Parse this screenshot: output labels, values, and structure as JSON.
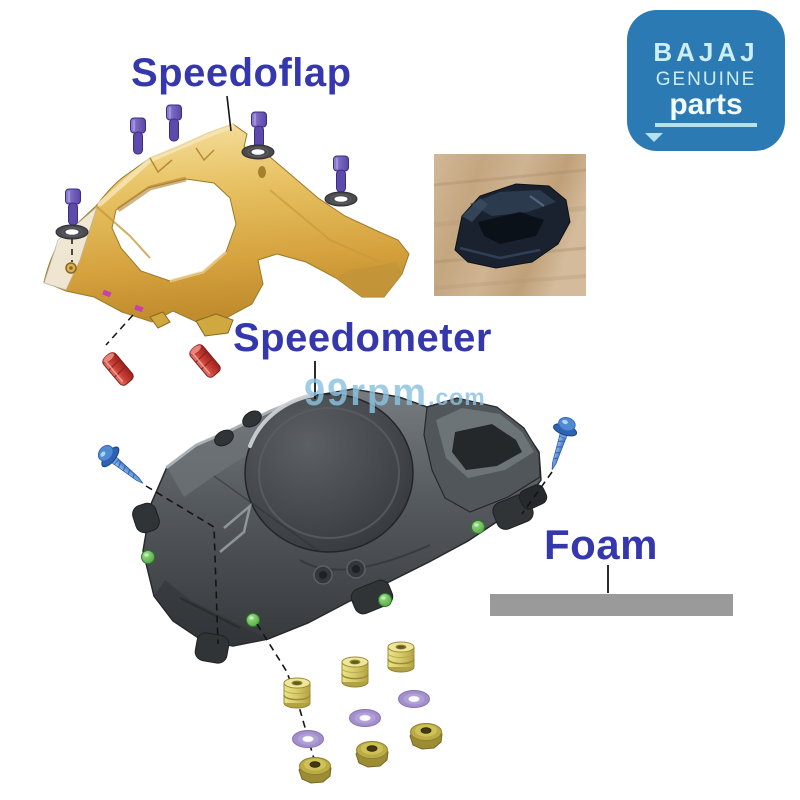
{
  "page": {
    "background": "#ffffff"
  },
  "labels": {
    "speedoflap": "Speedoflap",
    "speedometer": "Speedometer",
    "foam": "Foam",
    "color": "#3538ad"
  },
  "watermark": {
    "main": "99rpm",
    "suffix": ".com",
    "color": "#8cc2e0"
  },
  "logo": {
    "brand": "BAJAJ",
    "genuine": "GENUINE",
    "parts": "parts",
    "bg_color": "#2b7ab4",
    "text_color": "#cdeef6",
    "parts_color": "#f2fbfe"
  },
  "parts": {
    "speedoflap": {
      "name": "Speedoflap",
      "color": "#e7c162"
    },
    "speedometer": {
      "name": "Speedometer",
      "color": "#54595d"
    },
    "foam": {
      "name": "Foam",
      "color": "#9a9a9a"
    },
    "clip": {
      "name": "retainer-clip",
      "color": "#1a2230",
      "background": "#c8ad8e"
    }
  },
  "fasteners": [
    {
      "name": "allen-screw",
      "count": 5,
      "color": "#6a55b8"
    },
    {
      "name": "plain-washer",
      "count": 3,
      "color": "#4a4a4f"
    },
    {
      "name": "rubber-damper",
      "count": 2,
      "color": "#c93e35"
    },
    {
      "name": "tapping-screw",
      "count": 2,
      "color": "#4f8ad2"
    },
    {
      "name": "grommet",
      "count": 4,
      "color": "#49a03c"
    },
    {
      "name": "spacer-bush",
      "count": 3,
      "color": "#d6c96a"
    },
    {
      "name": "purple-washer",
      "count": 3,
      "color": "#a38fcb"
    },
    {
      "name": "flange-nut",
      "count": 3,
      "color": "#bcac46"
    },
    {
      "name": "pink-clip",
      "count": 2,
      "color": "#c93fb0"
    }
  ]
}
